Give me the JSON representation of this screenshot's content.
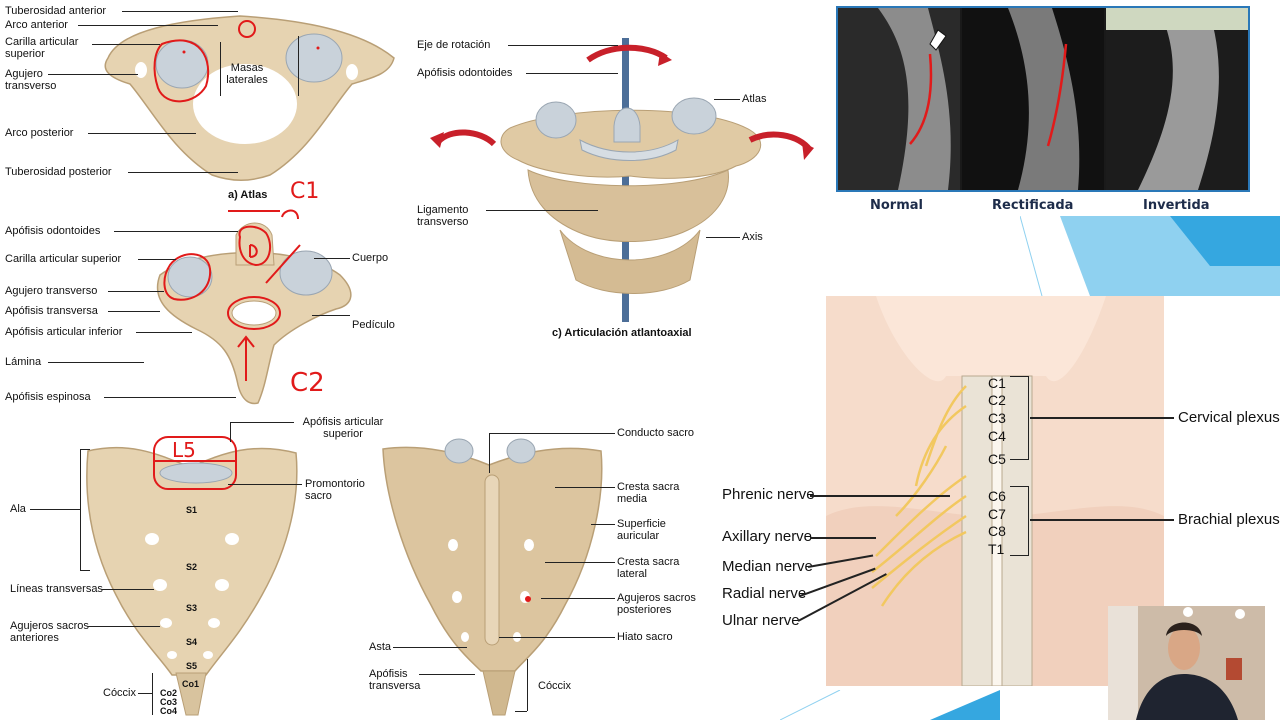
{
  "atlas": {
    "caption": "a) Atlas",
    "labels": {
      "tub_ant": "Tuberosidad anterior",
      "arco_ant": "Arco anterior",
      "carilla": "Carilla articular superior",
      "agujero": "Agujero transverso",
      "masas": "Masas laterales",
      "arco_post": "Arco posterior",
      "tub_post": "Tuberosidad posterior"
    },
    "annot": "C1"
  },
  "axis": {
    "labels": {
      "odont": "Apófisis odontoides",
      "carilla": "Carilla articular superior",
      "cuerpo": "Cuerpo",
      "agujero": "Agujero transverso",
      "apof_trans": "Apófisis transversa",
      "pediculo": "Pedículo",
      "apof_inf": "Apófisis articular inferior",
      "lamina": "Lámina",
      "espinosa": "Apófisis espinosa"
    },
    "annot": "C2"
  },
  "atlantoaxial": {
    "caption": "c) Articulación atlantoaxial",
    "labels": {
      "eje": "Eje de rotación",
      "odont": "Apófisis odontoides",
      "atlas": "Atlas",
      "ligamento": "Ligamento transverso",
      "axis": "Axis"
    }
  },
  "xray": {
    "captions": [
      "Normal",
      "Rectificada",
      "Invertida"
    ]
  },
  "sacrum_ant": {
    "labels": {
      "ala": "Ala",
      "apof_sup": "Apófisis articular superior",
      "promontorio": "Promontorio sacro",
      "lineas": "Líneas transversas",
      "agujeros_ant": "Agujeros sacros anteriores",
      "coccix": "Cóccix"
    },
    "segments": [
      "S1",
      "S2",
      "S3",
      "S4",
      "S5",
      "Co1",
      "Co2",
      "Co3",
      "Co4"
    ],
    "annot": "L5"
  },
  "sacrum_post": {
    "labels": {
      "conducto": "Conducto sacro",
      "cresta_media": "Cresta sacra media",
      "superficie": "Superficie auricular",
      "cresta_lat": "Cresta sacra lateral",
      "agujeros_post": "Agujeros sacros posteriores",
      "hiato": "Hiato sacro",
      "asta": "Asta",
      "apof_trans": "Apófisis transversa",
      "coccix": "Cóccix"
    }
  },
  "plexus": {
    "levels": [
      "C1",
      "C2",
      "C3",
      "C4",
      "C5",
      "C6",
      "C7",
      "C8",
      "T1"
    ],
    "cervical": "Cervical plexus",
    "brachial": "Brachial plexus",
    "nerves": [
      "Phrenic nerve",
      "Axillary nerve",
      "Median nerve",
      "Radial nerve",
      "Ulnar nerve"
    ]
  },
  "colors": {
    "bone": "#e6d3b1",
    "bone_dark": "#b99f76",
    "cartilage": "#c9d2da",
    "annotation": "#e11a1a",
    "accent": "#35a7e0",
    "nerve": "#f2c860"
  }
}
